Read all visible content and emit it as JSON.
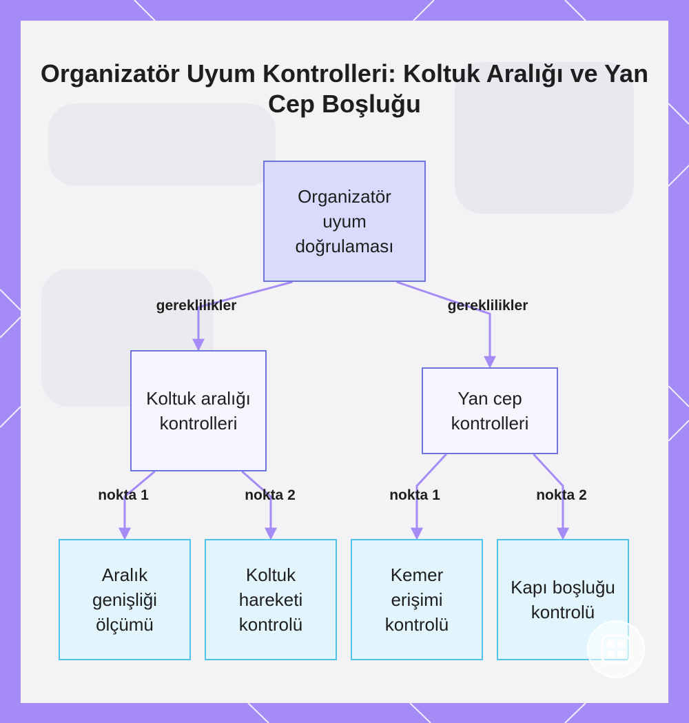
{
  "title": "Organizatör Uyum Kontrolleri: Koltuk Aralığı ve Yan Cep Boşluğu",
  "colors": {
    "frame": "#a58bf5",
    "card": "#f3f3f6",
    "root_fill": "#dadbfc",
    "node_border": "#6e72de",
    "mid_fill": "#f5f5fd",
    "leaf_fill": "#e3f5fc",
    "leaf_border": "#4ec3e8",
    "edge": "#a58bf5"
  },
  "nodes": {
    "root": "Organizatör uyum doğrulaması",
    "seat_gap": "Koltuk aralığı kontrolleri",
    "side_pocket": "Yan cep kontrolleri",
    "gap_width": "Aralık genişliği ölçümü",
    "seat_motion": "Koltuk hareketi kontrolü",
    "belt_access": "Kemer erişimi kontrolü",
    "door_clearance": "Kapı boşluğu kontrolü"
  },
  "edges": [
    {
      "from": "root",
      "to": "seat_gap",
      "label": "gereklilikler"
    },
    {
      "from": "root",
      "to": "side_pocket",
      "label": "gereklilikler"
    },
    {
      "from": "seat_gap",
      "to": "gap_width",
      "label": "nokta 1"
    },
    {
      "from": "seat_gap",
      "to": "seat_motion",
      "label": "nokta 2"
    },
    {
      "from": "side_pocket",
      "to": "belt_access",
      "label": "nokta 1"
    },
    {
      "from": "side_pocket",
      "to": "door_clearance",
      "label": "nokta 2"
    }
  ],
  "logo_icon": "grid-logo-icon"
}
